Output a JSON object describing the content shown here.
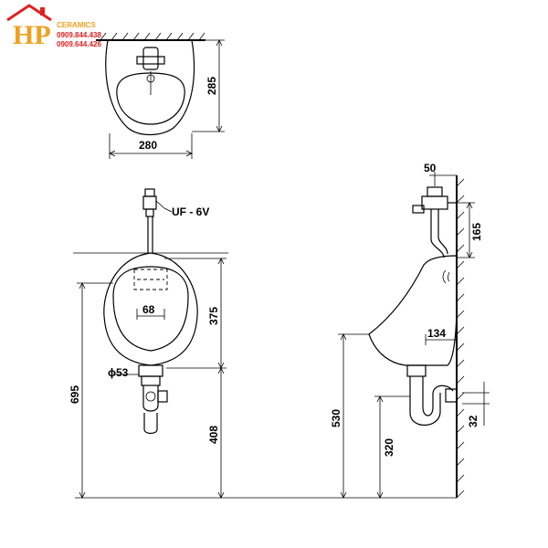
{
  "logo": {
    "letters": "HP",
    "brand": "CERAMICS",
    "phone_1": "0909.844.438",
    "phone_2": "0909.644.426",
    "color_primary": "#f0a020",
    "color_phone": "#e02020"
  },
  "top_view": {
    "width_label": "280",
    "depth_label": "285"
  },
  "front_view": {
    "valve_label": "UF - 6V",
    "height_upper_label": "375",
    "inlet_width_label": "68",
    "outlet_label": "ϕ53",
    "total_height_label": "695",
    "outlet_height_label": "408"
  },
  "side_view": {
    "wall_offset_label": "50",
    "valve_height_label": "165",
    "outlet_offset_label": "134",
    "rim_height_label": "530",
    "drain_height_label": "320",
    "trap_offset_label": "32"
  }
}
